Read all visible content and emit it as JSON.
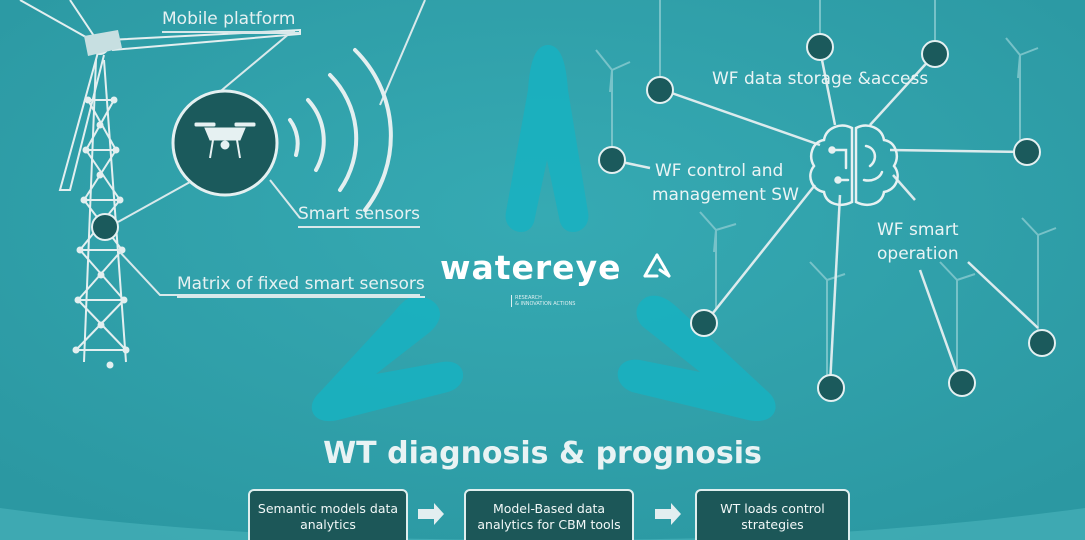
{
  "labels": {
    "mobile_platform": "Mobile platform",
    "smart_sensors": "Smart sensors",
    "matrix_sensors": "Matrix of fixed smart sensors",
    "wf_data": "WF data storage &access",
    "wf_control_1": "WF control and",
    "wf_control_2": "management SW",
    "wf_smart_1": "WF smart",
    "wf_smart_2": "operation"
  },
  "logo": {
    "name": "watereye",
    "sub_1": "RESEARCH",
    "sub_2": "& INNOVATION ACTIONS",
    "icon": "triangle-arrows-icon"
  },
  "diagnosis": {
    "title": "WT diagnosis & prognosis",
    "steps": [
      {
        "line1": "Semantic models data",
        "line2": "analytics"
      },
      {
        "line1": "Model-Based data",
        "line2": "analytics for CBM tools"
      },
      {
        "line1": "WT loads control",
        "line2": "strategies"
      }
    ]
  },
  "colors": {
    "background": "#2fa0aa",
    "node_fill": "#1b5a5c",
    "accent_shape": "#15b3c2",
    "line": "#d9e9eb"
  }
}
